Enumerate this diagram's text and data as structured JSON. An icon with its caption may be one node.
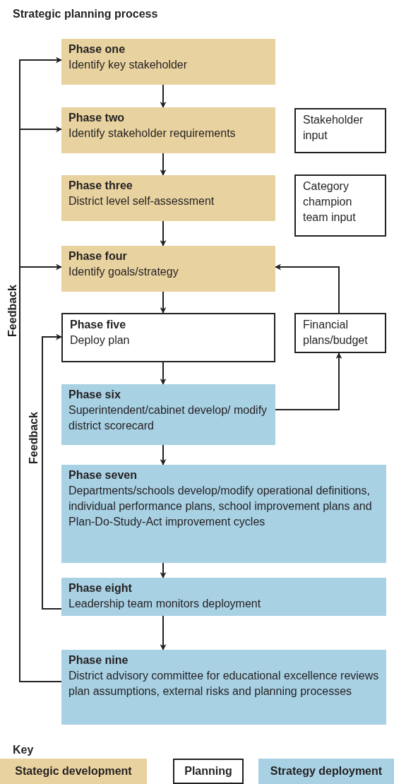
{
  "diagram": {
    "title": "Strategic planning process",
    "nodes": [
      {
        "text": [
          "Phase one",
          "Identify key stakeholder"
        ]
      },
      {
        "text": [
          "Phase two",
          "Identify stakeholder requirements"
        ]
      },
      {
        "text": [
          "Stakeholder input"
        ]
      },
      {
        "text": [
          "Phase three",
          "District level self-assessment"
        ]
      },
      {
        "text": [
          "Category champion team input"
        ]
      },
      {
        "text": [
          "Phase four",
          "Identify goals/strategy"
        ]
      },
      {
        "text": [
          "Phase five",
          "Deploy plan"
        ]
      },
      {
        "text": [
          "Financial plans/budget"
        ]
      },
      {
        "text": [
          "Phase six",
          "Superintendent/cabinet develop/ modify district scorecard"
        ]
      },
      {
        "text": [
          "Phase seven",
          "Departments/schools develop/modify operational definitions, individual performance plans, school improvement plans and Plan-Do-Study-Act improvement cycles"
        ]
      },
      {
        "text": [
          "Phase eight",
          "Leadership team monitors deployment"
        ]
      },
      {
        "text": [
          "Phase nine",
          "District advisory committee for educational excellence reviews plan assumptions, external risks and planning processes"
        ]
      }
    ],
    "edges": [
      {
        "from": 0,
        "to": 1,
        "arrow": "to"
      },
      {
        "from": 1,
        "to": 3,
        "arrow": "to"
      },
      {
        "from": 3,
        "to": 5,
        "arrow": "to"
      },
      {
        "from": 5,
        "to": 6,
        "arrow": "to"
      },
      {
        "from": 6,
        "to": 8,
        "arrow": "to"
      },
      {
        "from": 8,
        "to": 9,
        "arrow": "to"
      },
      {
        "from": 9,
        "to": 10,
        "arrow": "to"
      },
      {
        "from": 10,
        "to": 11,
        "arrow": "to"
      },
      {
        "from": 8,
        "to": 7,
        "arrow": "to"
      },
      {
        "from": 7,
        "to": 5,
        "arrow": "to"
      },
      {
        "from": 11,
        "to": 0,
        "arrow": "to"
      },
      {
        "from": 11,
        "to": 1,
        "arrow": "to"
      },
      {
        "from": 11,
        "to": 5,
        "arrow": "to",
        "label": "Feedback"
      },
      {
        "from": 10,
        "to": 6,
        "arrow": "to",
        "label": "Feedback"
      }
    ],
    "labels": [
      "Key"
    ],
    "legend": [
      {
        "text": "Stategic development",
        "color": "#e8d3a0"
      },
      {
        "text": "Planning",
        "color": "#ffffff"
      },
      {
        "text": "Strategy deployment",
        "color": "#a8d1e4"
      }
    ]
  }
}
